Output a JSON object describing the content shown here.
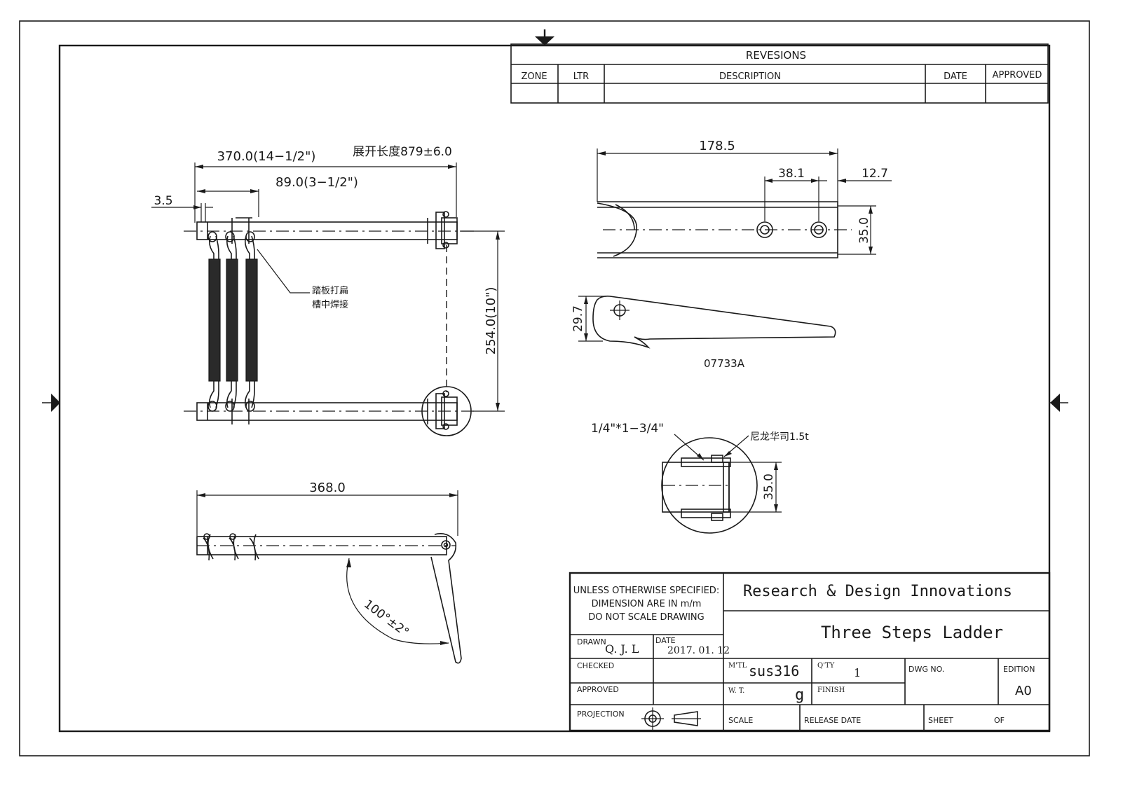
{
  "revisions": {
    "title": "REVESIONS",
    "headers": {
      "zone": "ZONE",
      "ltr": "LTR",
      "description": "DESCRIPTION",
      "date": "DATE",
      "approved": "APPROVED"
    }
  },
  "views": {
    "top": {
      "dim_overall": "370.0(14−1/2\")",
      "dim_unfold": "展开长度879±6.0",
      "dim_step": "89.0(3−1/2\")",
      "dim_offset": "3.5",
      "dim_height": "254.0(10\")",
      "note_line1": "踏板打扁",
      "note_line2": "槽中焊接"
    },
    "bracket": {
      "dim_length": "178.5",
      "dim_hole_spacing": "38.1",
      "dim_end": "12.7",
      "dim_width": "35.0",
      "dim_arm_height": "29.7",
      "part_no": "07733A"
    },
    "detail": {
      "bolt": "1/4\"*1−3/4\"",
      "washer": "尼龙华司1.5t",
      "dim_width": "35.0"
    },
    "side": {
      "dim_length": "368.0",
      "dim_angle": "100°±2°"
    }
  },
  "title_block": {
    "notes": [
      "UNLESS OTHERWISE SPECIFIED:",
      "DIMENSION ARE IN m/m",
      "DO NOT SCALE DRAWING"
    ],
    "company": "Research & Design Innovations",
    "title": "Three Steps Ladder",
    "drawn_label": "DRAWN",
    "drawn_value": "Q. J. L",
    "date_label": "DATE",
    "date_value": "2017. 01. 12",
    "checked_label": "CHECKED",
    "approved_label": "APPROVED",
    "projection_label": "PROJECTION",
    "mtl_label": "M'TL",
    "mtl_value": "sus316",
    "qty_label": "Q'TY",
    "qty_value": "1",
    "wt_label": "W. T.",
    "wt_value": "g",
    "finish_label": "FINISH",
    "dwg_label": "DWG NO.",
    "edition_label": "EDITION",
    "edition_value": "A0",
    "scale_label": "SCALE",
    "release_label": "RELEASE DATE",
    "sheet_label": "SHEET",
    "of_label": "OF"
  }
}
